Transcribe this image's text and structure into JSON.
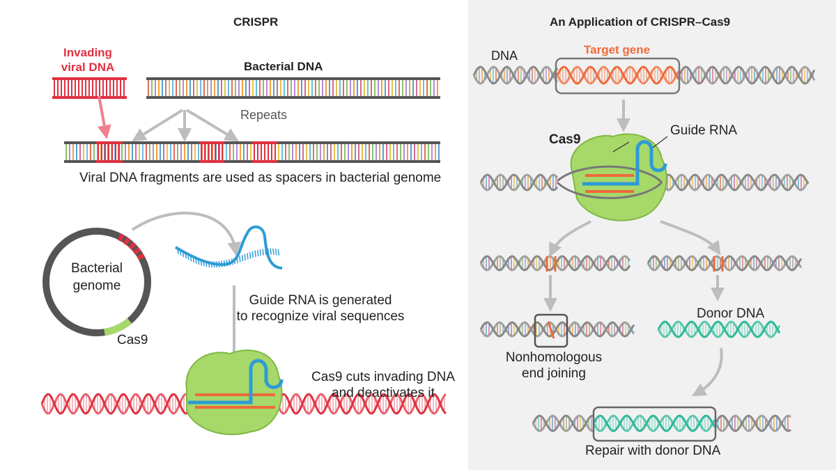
{
  "left": {
    "title": "CRISPR",
    "invading_line1": "Invading",
    "invading_line2": "viral DNA",
    "bacterial_dna": "Bacterial DNA",
    "repeats": "Repeats",
    "spacers_caption": "Viral DNA fragments are used as spacers in bacterial genome",
    "genome_line1": "Bacterial",
    "genome_line2": "genome",
    "cas9": "Cas9",
    "guide_line1": "Guide RNA is generated",
    "guide_line2": "to recognize viral sequences",
    "cuts_line1": "Cas9 cuts invading DNA",
    "cuts_line2": "and deactivates it"
  },
  "right": {
    "title": "An Application of CRISPR–Cas9",
    "dna": "DNA",
    "target_gene": "Target gene",
    "cas9": "Cas9",
    "guide_rna": "Guide RNA",
    "nhej_line1": "Nonhomologous",
    "nhej_line2": "end joining",
    "donor_dna": "Donor DNA",
    "repair": "Repair with donor DNA"
  },
  "colors": {
    "panel_bg": "#f1f1f1",
    "viral_red": "#e03040",
    "guide_blue": "#2e9bd6",
    "cas9_green": "#a6d86a",
    "target_orange": "#ee6a3a",
    "donor_teal": "#2fb89a",
    "arrow_gray": "#bdbdbd"
  }
}
